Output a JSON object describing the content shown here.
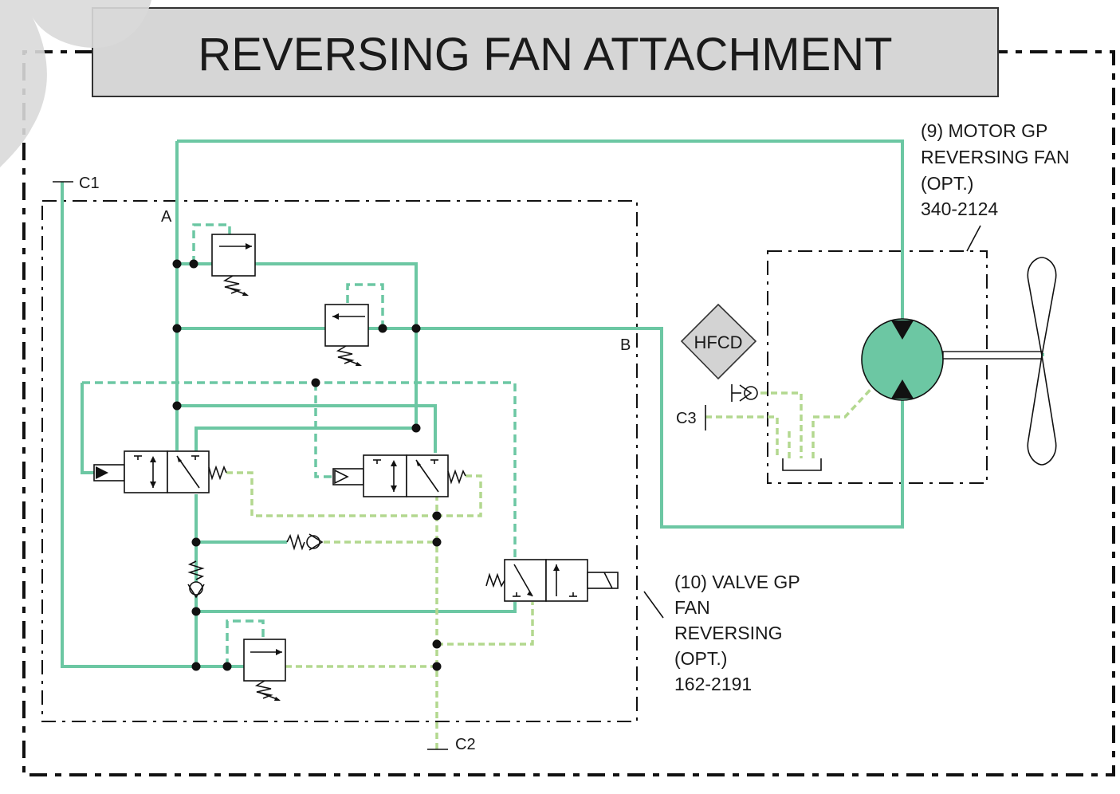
{
  "title": "REVERSING FAN ATTACHMENT",
  "ports": {
    "c1": "C1",
    "c2": "C2",
    "c3": "C3",
    "a": "A",
    "b": "B"
  },
  "motor_gp": {
    "line1": "(9) MOTOR GP",
    "line2": "REVERSING FAN",
    "line3": "(OPT.)",
    "line4": "340-2124"
  },
  "valve_gp": {
    "line1": "(10) VALVE GP",
    "line2": "FAN",
    "line3": "REVERSING",
    "line4": "(OPT.)",
    "line5": "162-2191"
  },
  "hfcd_label": "HFCD",
  "colors": {
    "pressure_line": "#6cc7a3",
    "pilot_line": "#b3d88f",
    "title_fill": "#d6d6d6",
    "motor_fill": "#6cc7a3",
    "hfcd_fill": "#d3d3d3"
  }
}
